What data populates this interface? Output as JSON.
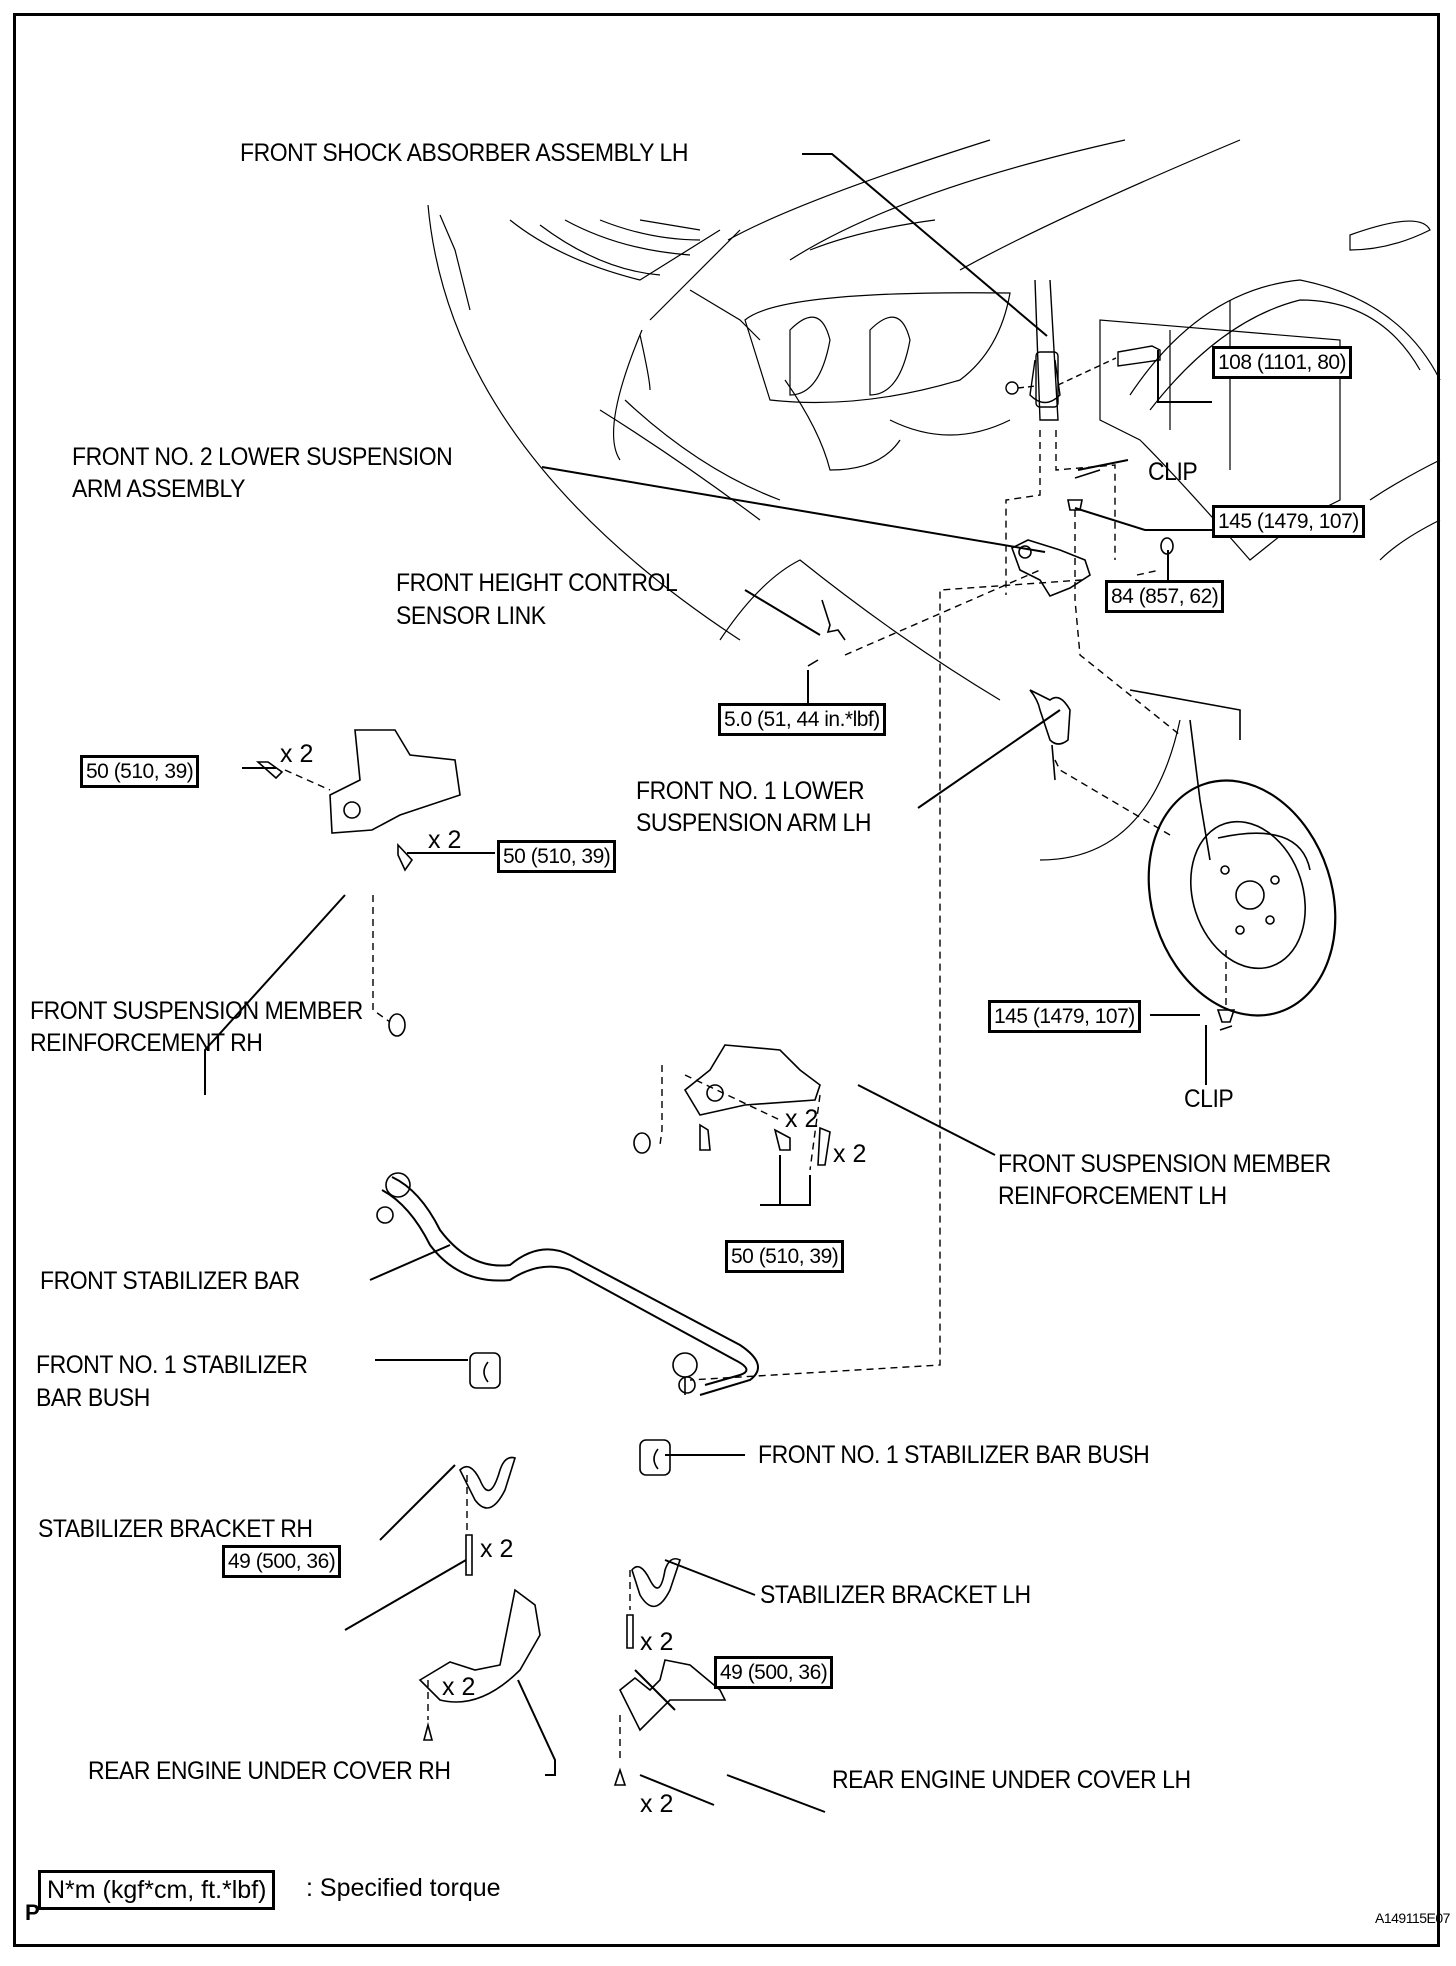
{
  "labels": {
    "shock_absorber": "FRONT SHOCK ABSORBER ASSEMBLY LH",
    "no2_lower_arm_l1": "FRONT NO. 2 LOWER SUSPENSION",
    "no2_lower_arm_l2": "ARM ASSEMBLY",
    "clip_top": "CLIP",
    "height_sensor_l1": "FRONT HEIGHT CONTROL",
    "height_sensor_l2": "SENSOR LINK",
    "no1_lower_arm_l1": "FRONT NO. 1 LOWER",
    "no1_lower_arm_l2": "SUSPENSION ARM LH",
    "reinf_rh_l1": "FRONT SUSPENSION MEMBER",
    "reinf_rh_l2": "REINFORCEMENT RH",
    "clip_bottom": "CLIP",
    "reinf_lh_l1": "FRONT SUSPENSION MEMBER",
    "reinf_lh_l2": "REINFORCEMENT LH",
    "stabilizer_bar": "FRONT STABILIZER BAR",
    "bush_left_l1": "FRONT NO. 1 STABILIZER",
    "bush_left_l2": "BAR BUSH",
    "bush_right": "FRONT NO. 1 STABILIZER BAR BUSH",
    "bracket_rh": "STABILIZER BRACKET RH",
    "bracket_lh": "STABILIZER BRACKET LH",
    "under_cover_rh": "REAR ENGINE UNDER COVER RH",
    "under_cover_lh": "REAR ENGINE UNDER COVER LH"
  },
  "torques": {
    "shock_bolt": "108 (1101, 80)",
    "no2_arm_nut_clip": "145 (1479, 107)",
    "no2_arm_nut": "84 (857, 62)",
    "height_sensor_nut": "5.0 (51, 44 in.*lbf)",
    "reinf_rh_side_bolt": "50 (510, 39)",
    "reinf_rh_bottom_bolt": "50 (510, 39)",
    "knuckle_nut": "145 (1479, 107)",
    "reinf_lh_bolts": "50 (510, 39)",
    "bracket_rh_bolt": "49 (500, 36)",
    "bracket_lh_bolt": "49 (500, 36)"
  },
  "quantities": {
    "reinf_rh_side": "x 2",
    "reinf_rh_bottom": "x 2",
    "reinf_lh_a": "x 2",
    "reinf_lh_b": "x 2",
    "bracket_rh": "x 2",
    "cover_rh": "x 2",
    "bracket_lh": "x 2",
    "cover_lh": "x 2"
  },
  "legend": {
    "unit_box": "N*m (kgf*cm, ft.*lbf)",
    "description": ": Specified torque"
  },
  "footer": {
    "corner_mark": "P",
    "figure_code": "A149115E07"
  }
}
